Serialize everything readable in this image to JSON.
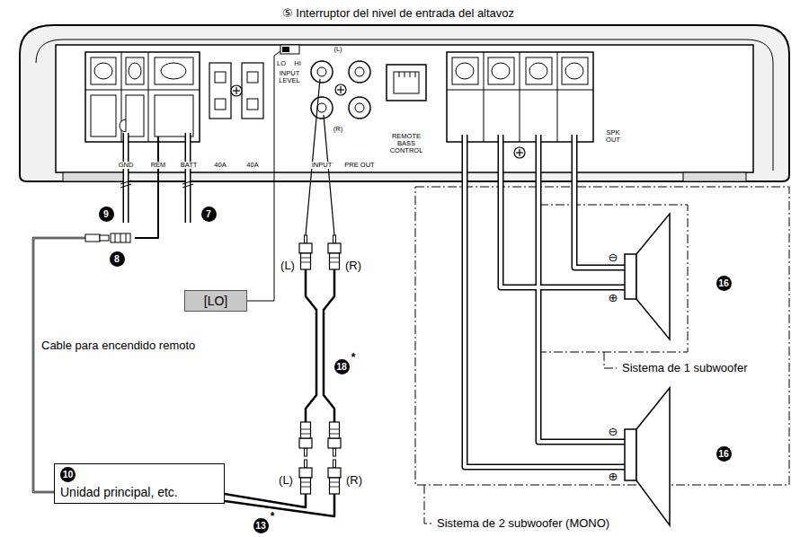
{
  "diagram": {
    "nodes": [
      {
        "text": [
          "[LO]"
        ]
      },
      {
        "text": [
          "10",
          "Unidad principal, etc."
        ]
      }
    ],
    "labels": [
      "⑤ Interruptor del nivel de entrada del altavoz",
      "GND",
      "REM",
      "BATT",
      "40A",
      "40A",
      "LO",
      "HI",
      "INPUT LEVEL",
      "(L)",
      "(R)",
      "INPUT",
      "PRE OUT",
      "REMOTE BASS CONTROL",
      "SPK OUT",
      "9",
      "7",
      "8",
      "(L)",
      "(R)",
      "18",
      "*",
      "Cable para encendido remoto",
      "(L)",
      "(R)",
      "13",
      "*",
      "⊖",
      "⊕",
      "16",
      "Sistema de 1 subwoofer",
      "⊖",
      "⊕",
      "16",
      "Sistema de 2 subwoofer (MONO)"
    ]
  }
}
